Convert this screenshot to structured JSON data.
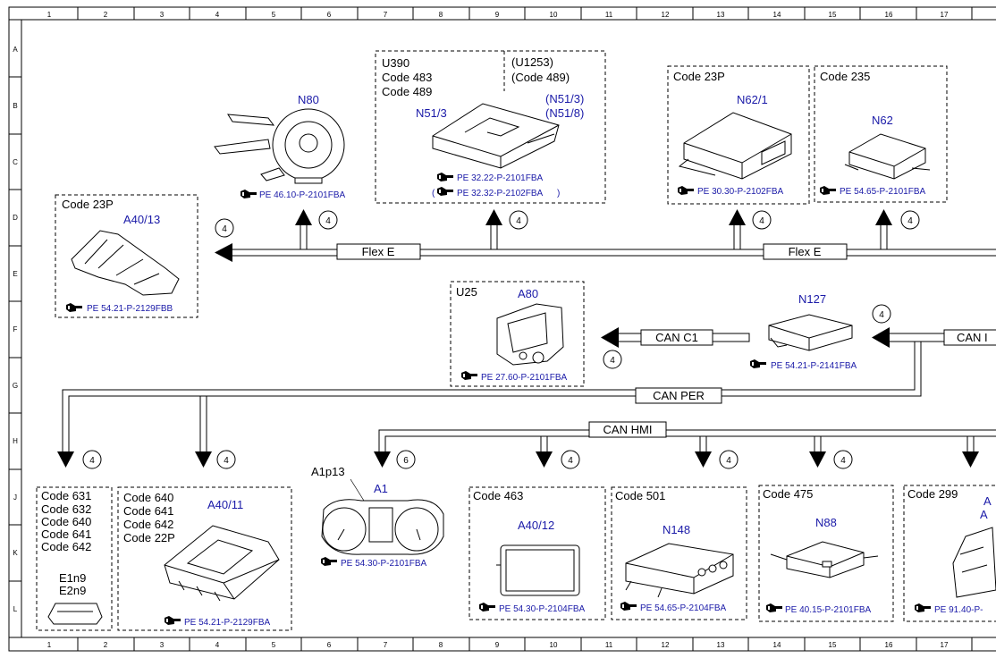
{
  "grid": {
    "cols": [
      "1",
      "2",
      "3",
      "4",
      "5",
      "6",
      "7",
      "8",
      "9",
      "10",
      "11",
      "12",
      "13",
      "14",
      "15",
      "16",
      "17"
    ],
    "rows": [
      "A",
      "B",
      "C",
      "D",
      "E",
      "F",
      "G",
      "H",
      "J",
      "K",
      "L"
    ]
  },
  "buses": {
    "flex_e_left": "Flex E",
    "flex_e_right": "Flex E",
    "can_c1": "CAN C1",
    "can_right": "CAN I",
    "can_per": "CAN PER",
    "can_hmi": "CAN HMI"
  },
  "markers": {
    "m4": "4",
    "m6": "6"
  },
  "components": {
    "a40_13": {
      "code": "Code 23P",
      "id": "A40/13",
      "ref": "PE 54.21-P-2129FBB"
    },
    "n80": {
      "id": "N80",
      "ref": "PE 46.10-P-2101FBA"
    },
    "n51_3": {
      "codes": [
        "U390",
        "Code 483",
        "Code 489"
      ],
      "codes_right": [
        "(U1253)",
        "(Code 489)"
      ],
      "id": "N51/3",
      "id_right": [
        "(N51/3)",
        "(N51/8)"
      ],
      "ref": "PE 32.22-P-2101FBA",
      "ref2_open": "(",
      "ref2": "PE 32.32-P-2102FBA",
      "ref2_close": ")"
    },
    "n62_1": {
      "code": "Code 23P",
      "id": "N62/1",
      "ref": "PE 30.30-P-2102FBA"
    },
    "n62": {
      "code": "Code 235",
      "id": "N62",
      "ref": "PE 54.65-P-2101FBA"
    },
    "a80": {
      "code": "U25",
      "id": "A80",
      "ref": "PE 27.60-P-2101FBA"
    },
    "n127": {
      "id": "N127",
      "ref": "PE 54.21-P-2141FBA"
    },
    "e1n9": {
      "codes": [
        "Code 631",
        "Code 632",
        "Code 640",
        "Code 641",
        "Code 642"
      ],
      "ids": [
        "E1n9",
        "E2n9"
      ]
    },
    "a40_11": {
      "codes": [
        "Code 640",
        "Code 641",
        "Code 642",
        "Code 22P"
      ],
      "id": "A40/11",
      "ref": "PE 54.21-P-2129FBA"
    },
    "a1": {
      "sub": "A1p13",
      "id": "A1",
      "ref": "PE 54.30-P-2101FBA"
    },
    "a40_12": {
      "code": "Code 463",
      "id": "A40/12",
      "ref": "PE 54.30-P-2104FBA"
    },
    "n148": {
      "code": "Code 501",
      "id": "N148",
      "ref": "PE 54.65-P-2104FBA"
    },
    "n88": {
      "code": "Code 475",
      "id": "N88",
      "ref": "PE 40.15-P-2101FBA"
    },
    "code299": {
      "code": "Code 299",
      "id_parts": [
        "A",
        "A"
      ],
      "ref": "PE 91.40-P-"
    }
  }
}
